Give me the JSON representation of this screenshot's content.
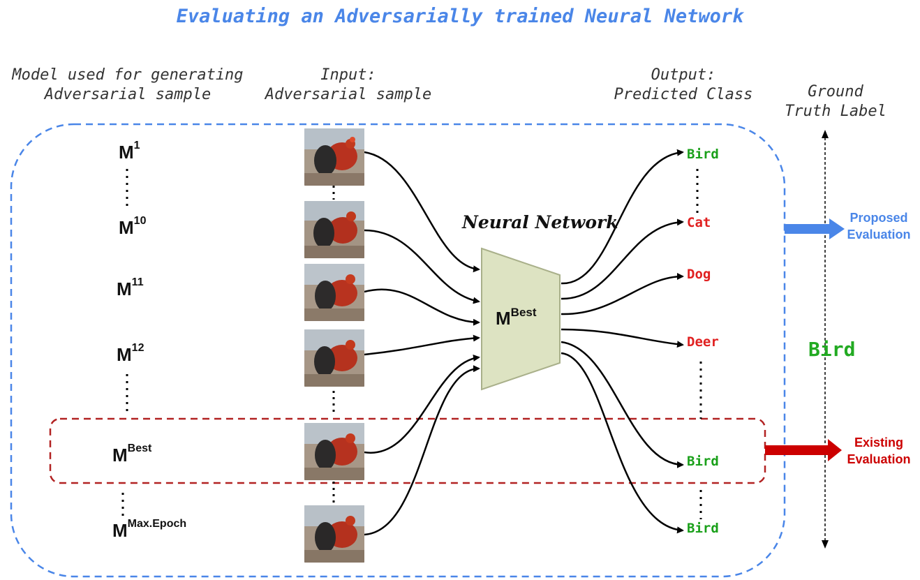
{
  "title": "Evaluating an Adversarially trained Neural Network",
  "headers": {
    "model_line1": "Model used for generating",
    "model_line2": "Adversarial sample",
    "input_line1": "Input:",
    "input_line2": "Adversarial sample",
    "output_line1": "Output:",
    "output_line2": "Predicted Class",
    "gt_line1": "Ground",
    "gt_line2": "Truth Label"
  },
  "models": [
    {
      "base": "M",
      "sup": "1"
    },
    {
      "base": "M",
      "sup": "10"
    },
    {
      "base": "M",
      "sup": "11"
    },
    {
      "base": "M",
      "sup": "12"
    },
    {
      "base": "M",
      "sup": "Best"
    },
    {
      "base": "M",
      "sup": "Max.Epoch"
    }
  ],
  "network": {
    "label": "Neural Network",
    "model_base": "M",
    "model_sup": "Best"
  },
  "outputs": [
    {
      "label": "Bird",
      "color": "#1aa01a"
    },
    {
      "label": "Cat",
      "color": "#e02020"
    },
    {
      "label": "Dog",
      "color": "#e02020"
    },
    {
      "label": "Deer",
      "color": "#e02020"
    },
    {
      "label": "Bird",
      "color": "#1aa01a"
    },
    {
      "label": "Bird",
      "color": "#1aa01a"
    }
  ],
  "ground_truth": "Bird",
  "proposed": {
    "line1": "Proposed",
    "line2": "Evaluation",
    "color": "#4a86e8"
  },
  "existing": {
    "line1": "Existing",
    "line2": "Evaluation",
    "color": "#cc0000"
  },
  "colors": {
    "blue_dashed": "#4a86e8",
    "red_dashed": "#b22222",
    "network_fill": "#dde3c2",
    "network_stroke": "#a9b08a",
    "correct": "#1aa01a",
    "wrong": "#e02020"
  }
}
